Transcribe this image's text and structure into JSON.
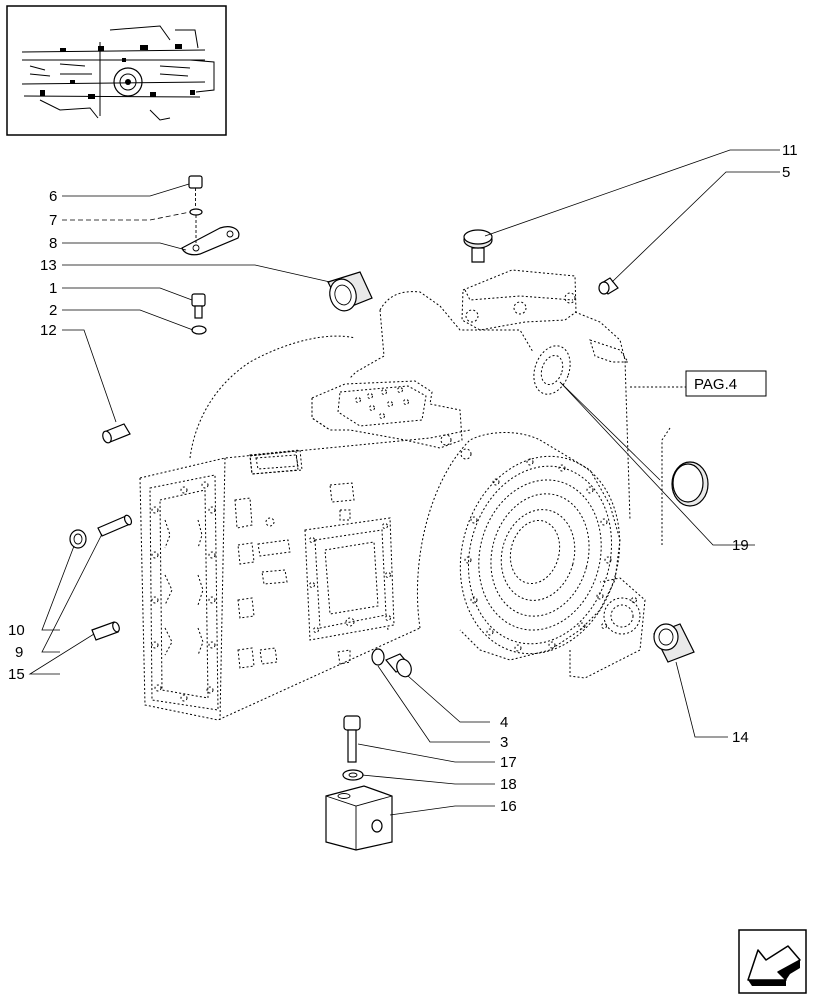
{
  "page_ref": "PAG.4",
  "callouts": {
    "c1": "1",
    "c2": "2",
    "c3": "3",
    "c4": "4",
    "c5": "5",
    "c6": "6",
    "c7": "7",
    "c8": "8",
    "c9": "9",
    "c10": "10",
    "c11": "11",
    "c12": "12",
    "c13": "13",
    "c14": "14",
    "c15": "15",
    "c16": "16",
    "c17": "17",
    "c18": "18",
    "c19": "19"
  },
  "icons": {
    "thumbnail": "overview-thumbnail-icon",
    "nav": "nav-arrow-icon"
  }
}
